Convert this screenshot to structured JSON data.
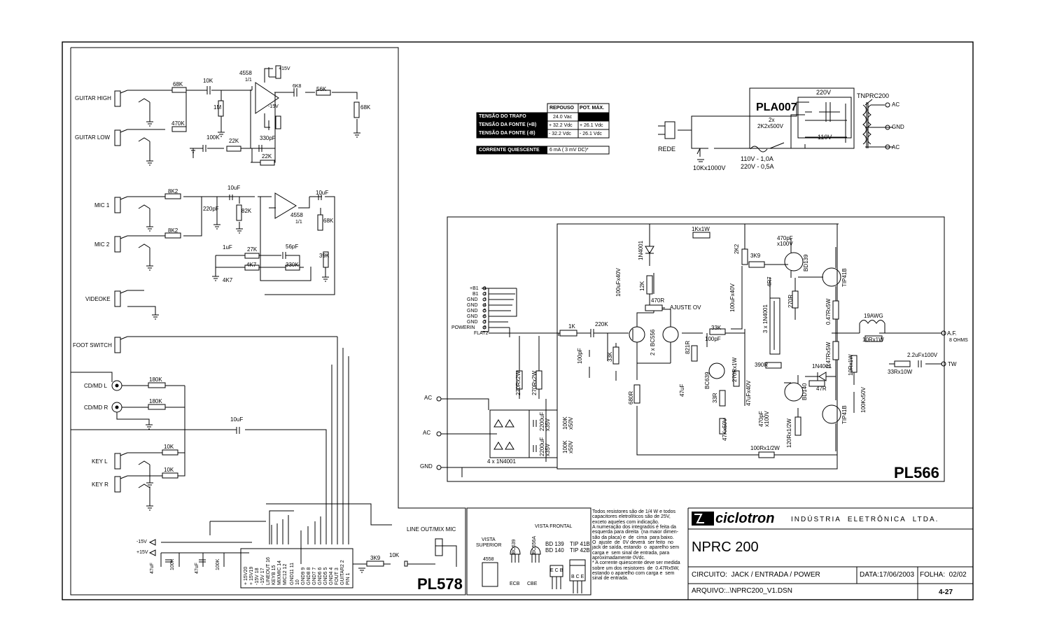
{
  "sheet": {
    "boards": {
      "pl578": "PL578",
      "pl566": "PL566",
      "pla007": "PLA007"
    },
    "pl578": {
      "inputs": [
        "GUITAR HIGH",
        "GUITAR LOW",
        "MIC 1",
        "MIC 2",
        "VIDEOKE",
        "FOOT SWITCH",
        "CD/MD L",
        "CD/MD R",
        "KEY L",
        "KEY R"
      ],
      "parts": {
        "r68k": "68K",
        "c10k_top": "10K",
        "r1m": "1M",
        "r470k": "470K",
        "c100k_a": "100K",
        "r22k_a": "22K",
        "c330pf": "330pF",
        "r22k_b": "22K",
        "ic4558": "4558",
        "ic_unit": "1/1",
        "plus15": "+15V",
        "minus15": "-15V",
        "c100k_up": "100K",
        "c100k_dn": "100K",
        "r6k8": "6K8",
        "r56k": "56K",
        "r68k_b": "68K",
        "r8k2_a": "8K2",
        "r8k2_b": "8K2",
        "c220pf": "220pF",
        "r82k": "82K",
        "c10uf_a": "10uF",
        "c10uf_b": "10uF",
        "ic2": "4558",
        "ic2_unit": "1/1",
        "r68k_c": "68K",
        "c1uf": "1uF",
        "r27k": "27K",
        "c56pf": "56pF",
        "r4k7_a": "4K7",
        "r330k": "330K",
        "r39k": "39K",
        "r4k7_b": "4K7",
        "r180k_a": "180K",
        "r180k_b": "180K",
        "c10uf_c": "10uF",
        "r10k_a": "10K",
        "r10k_b": "10K",
        "r3k9": "3K9",
        "c10k_b": "10K",
        "line_out": "LINE OUT/MIX MIC",
        "rail_m15": "-15V",
        "rail_p15": "+15V",
        "c47uf_a": "47uF",
        "c100k_c": "100K",
        "c47uf_b": "47uF",
        "c100k_d": "100K"
      },
      "connector": [
        "+ 15V20",
        "+ 15V19",
        "-15V 18",
        "-15V 17",
        "LINEOUT 16",
        "KEYB 15",
        "MIXMIC 14",
        "MIC12 12",
        "GND11 11",
        "10",
        "GND9 9",
        "GND8 8",
        "GND7 7",
        "GND6 6",
        "GND5 5",
        "GND4 4",
        "FOUT 3",
        "GUITAR2 2",
        "PIN 1"
      ]
    },
    "table": {
      "headers": [
        "",
        "REPOUSO",
        "POT. MÁX."
      ],
      "rows": [
        [
          "TENSÃO DO TRAFO",
          "24.0 Vac",
          ""
        ],
        [
          "TENSÃO DA FONTE (+B)",
          "+ 32.2 Vdc",
          "+ 26.1 Vdc"
        ],
        [
          "TENSÃO DA FONTE (-B)",
          "- 32.2 Vdc",
          "- 26.1 Vdc"
        ]
      ],
      "quiescent_label": "CORRENTE QUIESCENTE",
      "quiescent_value": "6 mA ( 3 mV DC)*"
    },
    "power": {
      "sw220": "220V",
      "sw110": "110V",
      "cap": "2x\n2K2x500V",
      "cap_a": "2x",
      "cap_b": "2K2x500V",
      "tnprc": "TNPRC200",
      "ac1": "AC",
      "gnd": "GND",
      "ac2": "AC",
      "rede": "REDE",
      "c10kx": "10Kx1000V",
      "fuse1": "110V - 1,0A",
      "fuse2": "220V - 0,5A"
    },
    "pl566": {
      "pins": [
        "+B1",
        "B1",
        "GND",
        "GND",
        "GND",
        "GND",
        "GND",
        "POWERIN"
      ],
      "pin_nums": [
        "1",
        "2",
        "3",
        "4",
        "5",
        "6",
        "7",
        "8"
      ],
      "flat": "FLAT2",
      "ac1": "AC",
      "ac2": "AC",
      "gnd": "GND",
      "parts": {
        "r1k": "1K",
        "c220k": "220K",
        "c100pf": "100pF",
        "r33k_a": "33K",
        "r680": "680R",
        "r270a": "270Rx2W",
        "r270b": "270Rx2W",
        "c2200a": "2200uF\nx35V",
        "c2200b": "2200uF\nx35V",
        "c100ka": "100K\nx50V",
        "c100kb": "100K\nx50V",
        "bridge": "4 x 1N4001",
        "r1kx1w": "1Kx1W",
        "d1n4001_a": "1N4001",
        "c100uf40": "100uFx40V",
        "r12k": "12K",
        "r470r": "470R",
        "ajuste": "AJUSTE OV",
        "bc556": "2 x BC556",
        "r33k_b": "33K",
        "r2k2": "2K2",
        "c470pf_a": "470pF\nx100V",
        "r3k9": "3K9",
        "bd139": "BD139",
        "tip41b_a": "TIP41B",
        "r4r7": "4R7",
        "c100uf40b": "100uFx40V",
        "d3x": "3 x 1N4001",
        "r270r": "270R",
        "r047a": "0.47Rx5W",
        "r821": "821R",
        "c100pf_b": "100pF",
        "bc639": "BC639",
        "c47uf": "47uF",
        "r270r1w": "270Rx1W",
        "r390": "390R",
        "r33r": "33R",
        "c47uf40": "47uFx40V",
        "c470pf_b": "470pF\nx100V",
        "d1n4001_b": "1N4001",
        "bd140": "BD140",
        "r47r": "47R",
        "r047b": "0.47Rx5W",
        "tip41b_b": "TIP41B",
        "c47k": "47Kx50V",
        "r120": "120Rx1/2W",
        "r100rx": "100Rx1/2W",
        "awg": "19AWG",
        "r10r1w": "10Rx1W",
        "r10rx1w_v": "10Rx1W",
        "c100kx50": "100Kx50V",
        "c22uf": "2.2uFx100V",
        "r33r10w": "33Rx10W",
        "af": "A.F.",
        "ohms": "8 OHMS",
        "tw": "TW"
      }
    },
    "packages": {
      "superior": "VISTA\nSUPERIOR",
      "frontal": "VISTA FRONTAL",
      "superior_a": "VISTA",
      "superior_b": "SUPERIOR",
      "ic": "4558",
      "bc639": "BC639",
      "bc556a": "BC556A",
      "bd": "BD 139\nBD 140",
      "bd_a": "BD 139",
      "bd_b": "BD 140",
      "tip": "TIP 41B\nTIP 42B",
      "tip_a": "TIP 41B",
      "tip_b": "TIP 42B",
      "ecb": "ECB",
      "cbe": "CBE",
      "ecb2": "E C B",
      "bce": "B C E"
    },
    "notes": [
      "Todos resistores são de 1/4 W e todos",
      "capacitores eletrolíticos são de 25V,",
      "exceto aqueles com indicação.",
      "A numeração dos integrados é feita da",
      "esquerda para direita  (na maior dimen-",
      "são da placa) e  de  cima  para baixo.",
      "O  ajuste  de  0V deverá  ser feito  no",
      "jack de saída, estando  o  aparelho sem",
      "carga e  sem sinal de entrada, para",
      "aproximadamente 0Vdc.",
      "* A corrente quiescente deve ser medida",
      "sobre um dos resistores  de  0.47Rx5W,",
      "estando o aparelho com carga e  sem",
      "sinal de entrada."
    ],
    "titleblock": {
      "brand": "ciclotron",
      "company": "INDÚSTRIA  ELETRÔNICA  LTDA.",
      "model": "NPRC 200",
      "circuito": "CIRCUITO:  JACK / ENTRADA / POWER",
      "data": "DATA:17/06/2003",
      "folha": "FOLHA:  02/02",
      "arquivo": "ARQUIVO:..\\NPRC200_V1.DSN",
      "page": "4-27"
    }
  }
}
